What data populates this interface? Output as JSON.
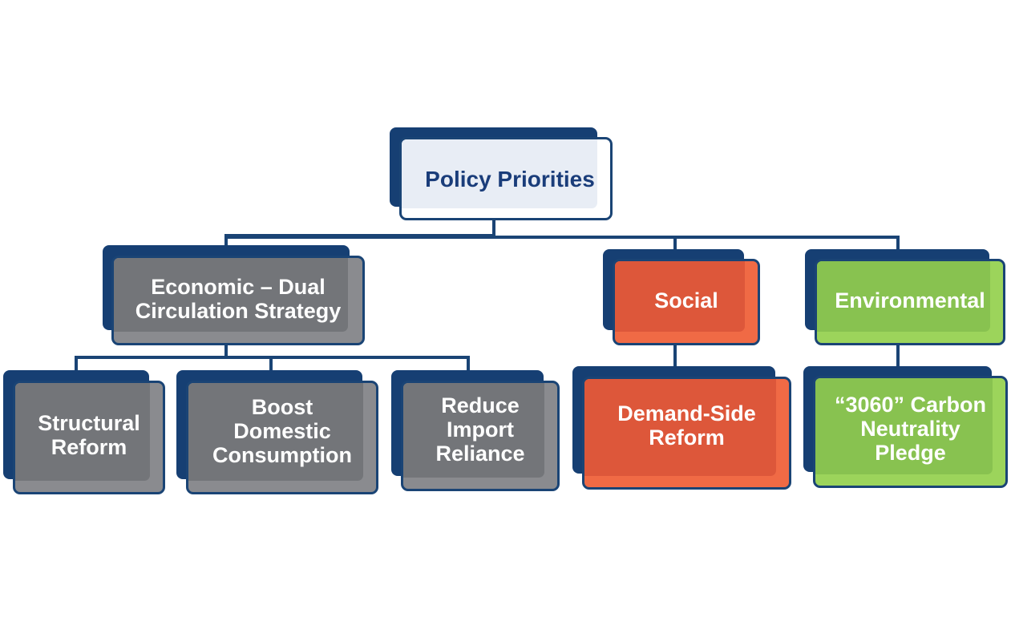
{
  "diagram": {
    "root": {
      "label": "Policy Priorities"
    },
    "branches": [
      {
        "label": "Economic – Dual\nCirculation Strategy",
        "color": "#8a8b8f",
        "children": [
          {
            "label": "Structural\nReform"
          },
          {
            "label": "Boost\nDomestic\nConsumption"
          },
          {
            "label": "Reduce\nImport\nReliance"
          }
        ]
      },
      {
        "label": "Social",
        "color": "#f06a45",
        "children": [
          {
            "label": "Demand-Side\nReform"
          }
        ]
      },
      {
        "label": "Environmental",
        "color": "#9cd45b",
        "children": [
          {
            "label": "“3060” Carbon\nNeutrality\nPledge"
          }
        ]
      }
    ],
    "colors": {
      "connector": "#1a4475",
      "back_panel": "#163f73",
      "root_text": "#1a3d7a"
    }
  }
}
